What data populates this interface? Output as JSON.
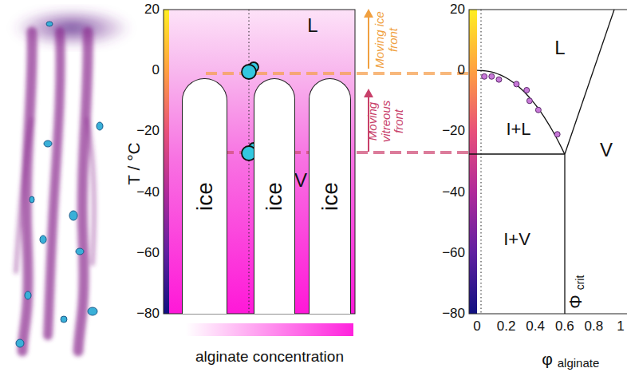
{
  "diagram": {
    "nodes": [
      {
        "text": [
          "ice"
        ]
      },
      {
        "text": [
          "ice"
        ]
      },
      {
        "text": [
          "ice"
        ]
      }
    ],
    "labels": [
      "T / °C",
      "20",
      "0",
      "−20",
      "−40",
      "−60",
      "−80",
      "L",
      "L",
      "V",
      "Moving ice front",
      "Moving vitreous front",
      "alginate concentration",
      "20",
      "0",
      "−20",
      "−40",
      "−60",
      "−80",
      "0",
      "0.2",
      "0.4",
      "0.6",
      "0.8",
      "1",
      "L",
      "I+L",
      "V",
      "I+V",
      "Φ",
      "crit",
      "φ",
      "alginate"
    ]
  }
}
